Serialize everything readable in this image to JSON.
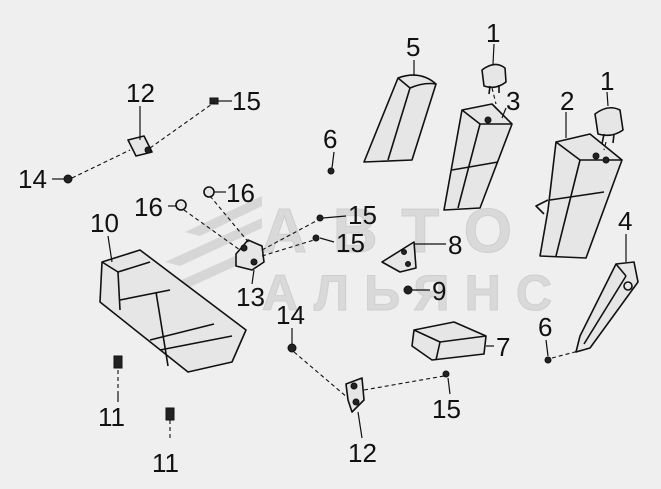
{
  "watermark": {
    "line1": "АВТО",
    "line2": "АЛЬЯНС"
  },
  "callouts": {
    "c1a": "1",
    "c1b": "1",
    "c2": "2",
    "c3": "3",
    "c4": "4",
    "c5": "5",
    "c6a": "6",
    "c6b": "6",
    "c7": "7",
    "c8": "8",
    "c9": "9",
    "c10": "10",
    "c11a": "11",
    "c11b": "11",
    "c12a": "12",
    "c12b": "12",
    "c13": "13",
    "c14a": "14",
    "c14b": "14",
    "c15a": "15",
    "c15b": "15",
    "c15c": "15",
    "c15d": "15",
    "c16a": "16",
    "c16b": "16"
  },
  "colors": {
    "background": "#efefef",
    "line": "#111111",
    "watermark": "#d9d9d9"
  }
}
